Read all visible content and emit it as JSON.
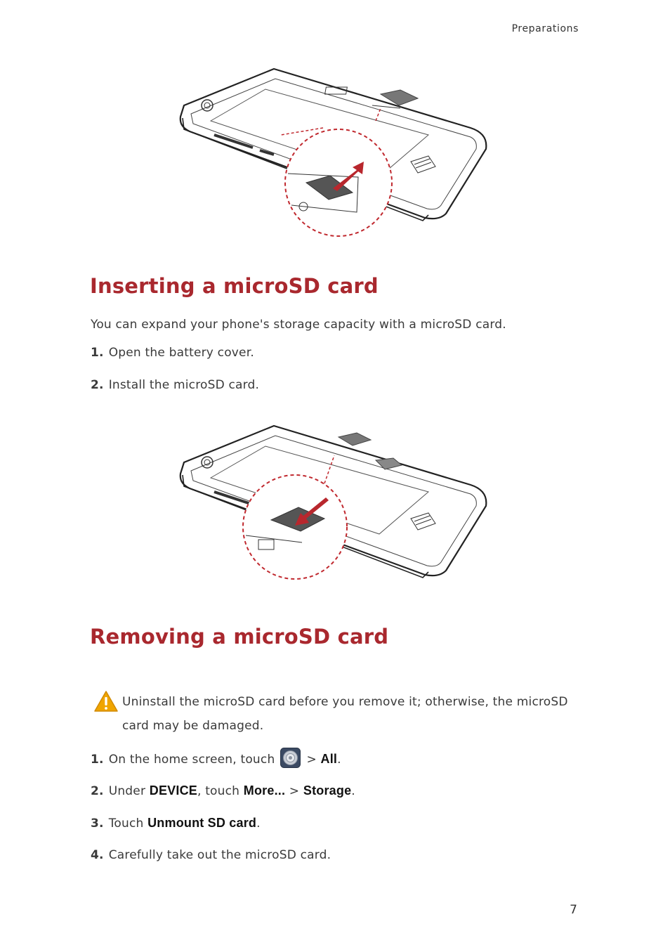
{
  "header": {
    "section": "Preparations"
  },
  "section1": {
    "title": "Inserting a microSD card",
    "intro": "You can expand your phone's storage capacity with a microSD card.",
    "steps": [
      {
        "num": "1.",
        "text": "Open the battery cover."
      },
      {
        "num": "2.",
        "text": "Install the microSD card."
      }
    ]
  },
  "section2": {
    "title": "Removing a microSD card",
    "warning": "Uninstall the microSD card before you remove it; otherwise, the microSD card may be damaged.",
    "steps": [
      {
        "num": "1.",
        "pre": "On the home screen, touch",
        "sep": ">",
        "ui": "All",
        "post": "."
      },
      {
        "num": "2.",
        "pre": "Under",
        "ui1": "DEVICE",
        "mid": ", touch",
        "ui2": "More...",
        "sep": ">",
        "ui3": "Storage",
        "post": "."
      },
      {
        "num": "3.",
        "pre": "Touch",
        "ui": "Unmount SD card",
        "post": "."
      },
      {
        "num": "4.",
        "text": "Carefully take out the microSD card."
      }
    ]
  },
  "icons": {
    "warning": "warning-icon",
    "settings": "settings-icon"
  },
  "colors": {
    "heading": "#a9282e",
    "arrow": "#b8272d",
    "warning": "#f0a500"
  },
  "page_number": "7"
}
